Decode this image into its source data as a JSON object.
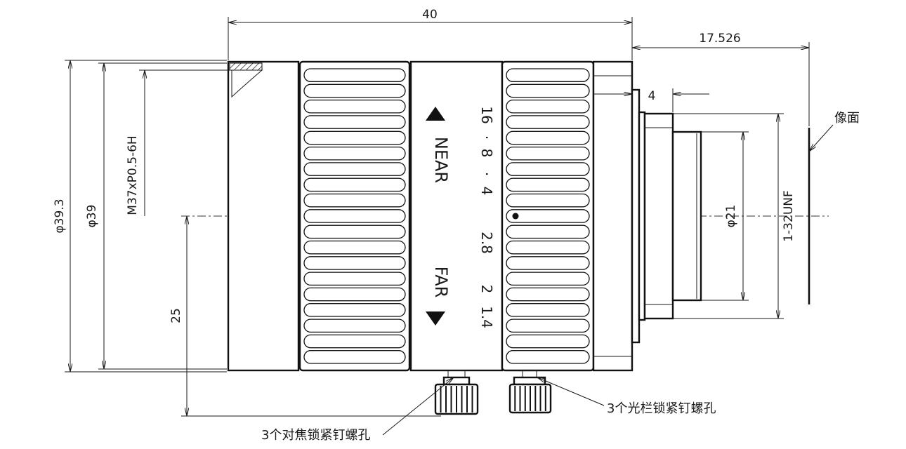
{
  "dimensions": {
    "total_length": "40",
    "back_focus": "17.526",
    "flange_width": "4",
    "outer_diameter": "φ39.3",
    "body_diameter": "φ39",
    "filter_thread": "M37xP0.5-6H",
    "center_height": "25",
    "mount_diameter": "φ21",
    "mount_thread": "1-32UNF"
  },
  "scales": {
    "focus_near": "NEAR",
    "focus_far": "FAR",
    "aperture_values": [
      "16",
      "·",
      "8",
      "·",
      "4",
      "2.8",
      "2",
      "1.4"
    ]
  },
  "labels": {
    "image_plane": "像面",
    "focus_lock_screws": "3个对焦锁紧钉螺孔",
    "iris_lock_screws": "3个光栏锁紧钉螺孔"
  }
}
